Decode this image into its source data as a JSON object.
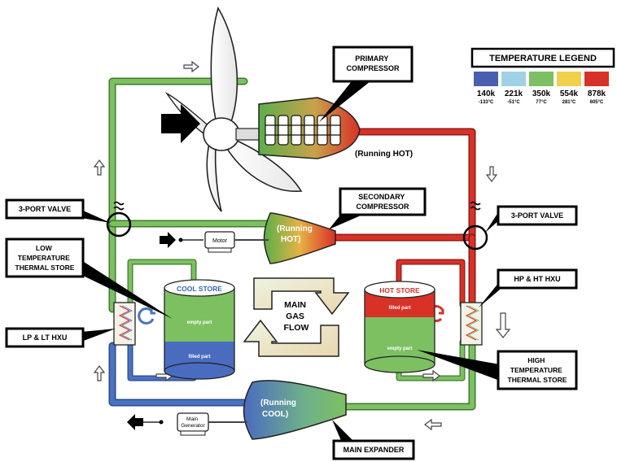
{
  "legend": {
    "title": "TEMPERATURE LEGEND",
    "items": [
      {
        "temp_k": "140k",
        "temp_c": "-133°C",
        "color": "#4a5fb0"
      },
      {
        "temp_k": "221k",
        "temp_c": "-51°C",
        "color": "#9fd1e6"
      },
      {
        "temp_k": "350k",
        "temp_c": "77°C",
        "color": "#7cc062"
      },
      {
        "temp_k": "554k",
        "temp_c": "281°C",
        "color": "#f2cf4a"
      },
      {
        "temp_k": "878k",
        "temp_c": "605°C",
        "color": "#d83128"
      }
    ]
  },
  "labels": {
    "primary_compressor": [
      "PRIMARY",
      "COMPRESSOR"
    ],
    "secondary_compressor": [
      "SECONDARY",
      "COMPRESSOR"
    ],
    "valve_left": "3-PORT VALVE",
    "valve_right": "3-PORT VALVE",
    "low_temp_store": [
      "LOW",
      "TEMPERATURE",
      "THERMAL STORE"
    ],
    "lp_lt_hxu": "LP & LT HXU",
    "hp_ht_hxu": "HP & HT HXU",
    "high_temp_store": [
      "HIGH",
      "TEMPERATURE",
      "THERMAL STORE"
    ],
    "main_expander": "MAIN EXPANDER"
  },
  "states": {
    "primary": "(Running HOT)",
    "secondary": [
      "(Running",
      "HOT)"
    ],
    "expander": [
      "(Running",
      "COOL)"
    ]
  },
  "stores": {
    "cool": {
      "title": "COOL STORE",
      "upper": "empty part",
      "lower": "filled part"
    },
    "hot": {
      "title": "HOT STORE",
      "upper": "filled part",
      "lower": "empty part"
    }
  },
  "machines": {
    "motor": "Motor",
    "generator": [
      "Main",
      "Generator"
    ]
  },
  "center": [
    "MAIN",
    "GAS",
    "FLOW"
  ],
  "colors": {
    "cold": "#4a72c0",
    "ambient": "#7cc062",
    "hot": "#d83128",
    "pipe_edge": "#3e7a2c"
  }
}
